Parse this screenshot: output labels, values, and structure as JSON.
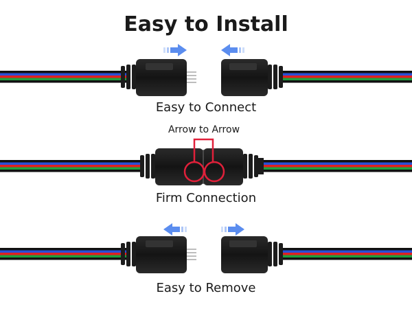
{
  "title": "Easy to Install",
  "steps": [
    {
      "caption": "Easy to Connect",
      "arrow_direction": "inward"
    },
    {
      "caption": "Firm Connection",
      "callout": "Arrow to Arrow"
    },
    {
      "caption": "Easy to Remove",
      "arrow_direction": "outward"
    }
  ],
  "colors": {
    "wire_red": "#e02020",
    "wire_green": "#1f9e3c",
    "wire_blue": "#2a4fd6",
    "wire_black": "#111111",
    "connector": "#1c1c1c",
    "arrow": "#5b8def",
    "callout": "#e0203a"
  }
}
